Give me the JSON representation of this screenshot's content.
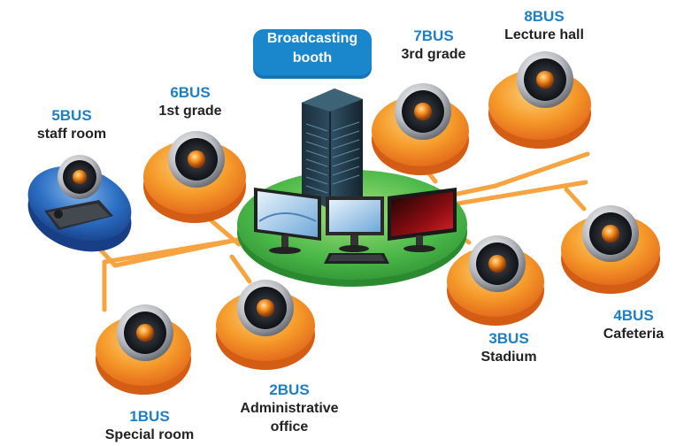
{
  "booth": {
    "line1": "Broadcasting",
    "line2": "booth"
  },
  "stations": [
    {
      "bus": "1BUS",
      "room": "Special room"
    },
    {
      "bus": "2BUS",
      "room": "Administrative office"
    },
    {
      "bus": "3BUS",
      "room": "Stadium"
    },
    {
      "bus": "4BUS",
      "room": "Cafeteria"
    },
    {
      "bus": "5BUS",
      "room": "staff room"
    },
    {
      "bus": "6BUS",
      "room": "1st grade"
    },
    {
      "bus": "7BUS",
      "room": "3rd grade"
    },
    {
      "bus": "8BUS",
      "room": "Lecture hall"
    }
  ],
  "colors": {
    "bus_label": "#1f7fc6",
    "room_label": "#222222",
    "cable": "#f6a340",
    "pad_orange": "#f39a2c",
    "pad_blue": "#2c6fc4",
    "booth_base": "#47b84a",
    "booth_label_bg": "#1a86cc"
  }
}
